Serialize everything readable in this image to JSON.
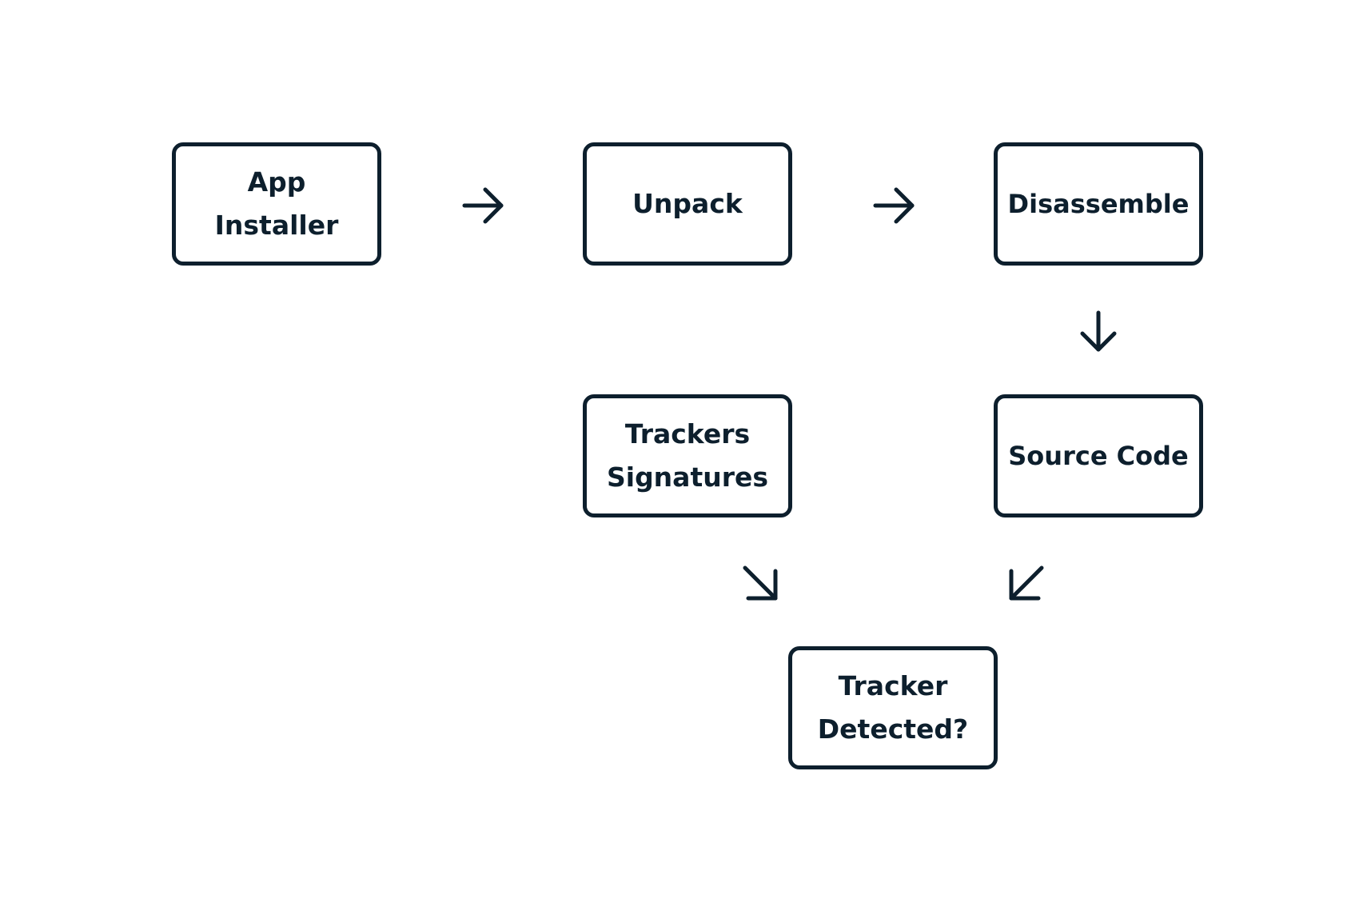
{
  "nodes": {
    "app_installer": "App Installer",
    "unpack": "Unpack",
    "disassemble": "Disassemble",
    "trackers_signatures": "Trackers Signatures",
    "source_code": "Source Code",
    "tracker_detected": "Tracker Detected?"
  },
  "edges": [
    {
      "from": "App Installer",
      "to": "Unpack",
      "icon": "arrow-right-icon"
    },
    {
      "from": "Unpack",
      "to": "Disassemble",
      "icon": "arrow-right-icon"
    },
    {
      "from": "Disassemble",
      "to": "Source Code",
      "icon": "arrow-down-icon"
    },
    {
      "from": "Trackers Signatures",
      "to": "Tracker Detected?",
      "icon": "arrow-down-right-icon"
    },
    {
      "from": "Source Code",
      "to": "Tracker Detected?",
      "icon": "arrow-down-left-icon"
    }
  ],
  "colors": {
    "stroke": "#0d1f2d",
    "background": "#ffffff"
  }
}
